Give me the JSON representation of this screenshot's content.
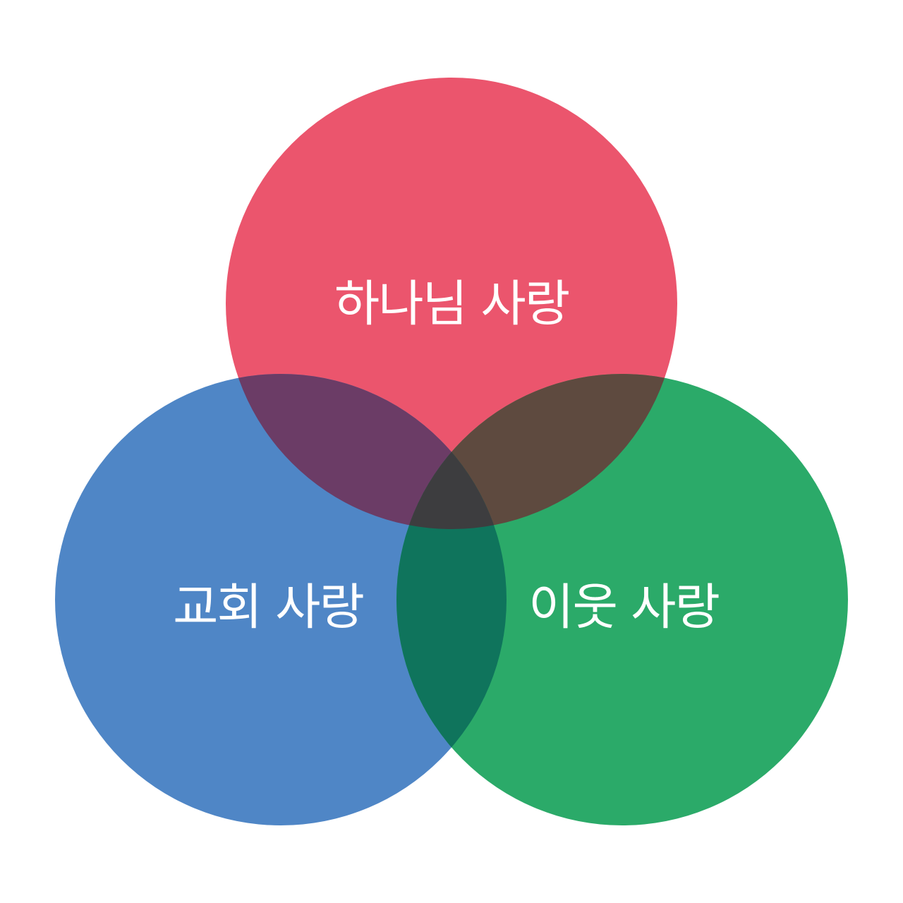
{
  "diagram": {
    "type": "venn",
    "sets": [
      {
        "id": "god",
        "label": "하나님 사랑",
        "color": "#EB556D"
      },
      {
        "id": "church",
        "label": "교회 사랑",
        "color": "#4F86C6"
      },
      {
        "id": "neighbor",
        "label": "이웃 사랑",
        "color": "#2BAA69"
      }
    ],
    "overlap_colors": {
      "god_church": "#6B3C66",
      "god_neighbor": "#5E4A3F",
      "church_neighbor": "#0F745C",
      "all": "#3D3D3F"
    }
  }
}
